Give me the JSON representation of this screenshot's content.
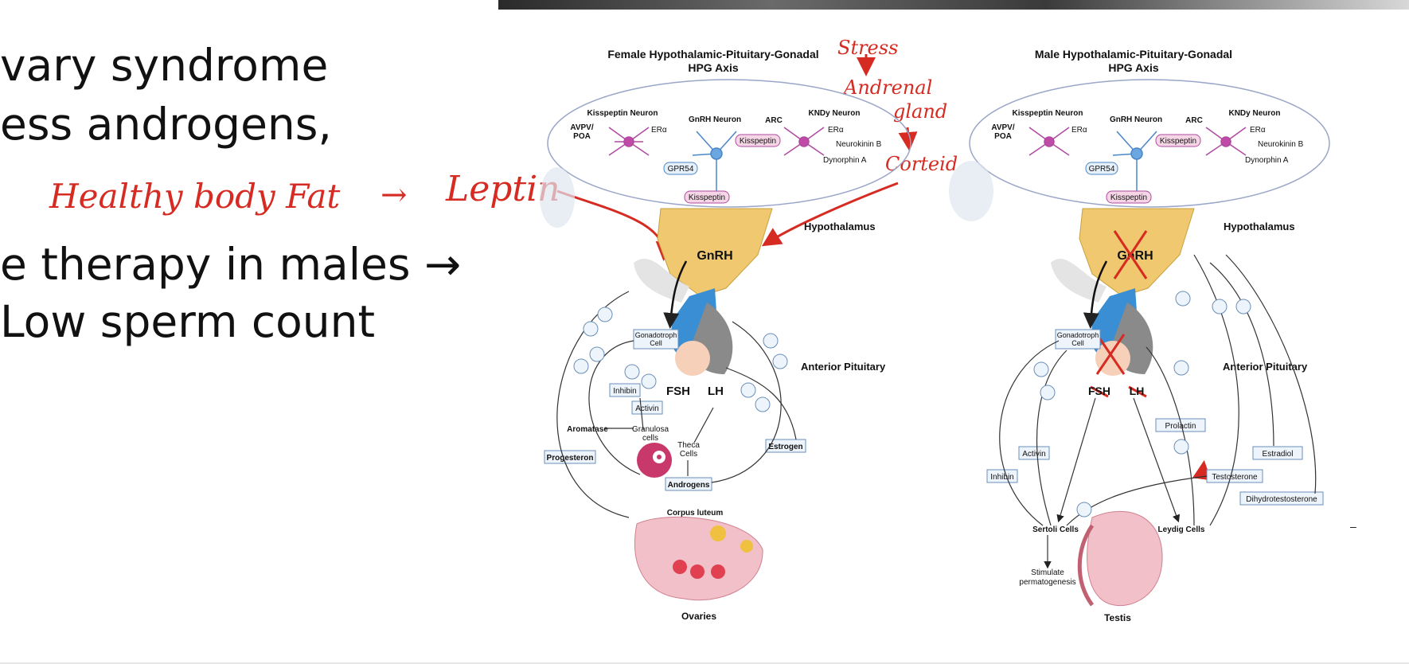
{
  "slide": {
    "bullet_top_partial": "",
    "bullet_1_line1": "vary syndrome",
    "bullet_1_line2": "ess androgens,",
    "bullet_2_line1": "e therapy in males →",
    "bullet_2_line2": "Low sperm count"
  },
  "annotations": {
    "healthy_fat": "Healthy body Fat",
    "arrow": "→",
    "leptin": "Leptin",
    "stress": "Stress",
    "adrenal_1": "Andrenal",
    "adrenal_2": "gland",
    "cortisol": "Corteid"
  },
  "female": {
    "title_1": "Female Hypothalamic-Pituitary-Gonadal",
    "title_2": "HPG Axis",
    "kisspeptin_neuron": "Kisspeptin Neuron",
    "avpv": "AVPV/",
    "poa": "POA",
    "era_1": "ERα",
    "gnrh_neuron": "GnRH Neuron",
    "arc": "ARC",
    "kndy_neuron": "KNDy Neuron",
    "era_2": "ERα",
    "kisspeptin_pill": "Kisspeptin",
    "neurokinin": "Neurokinin B",
    "dynorphin": "Dynorphin A",
    "gpr54": "GPR54",
    "kisspeptin_pill_2": "Kisspeptin",
    "hypothalamus": "Hypothalamus",
    "gnrh": "GnRH",
    "gonadotroph_1": "Gonadotroph",
    "gonadotroph_2": "Cell",
    "anterior_pituitary": "Anterior Pituitary",
    "fsh": "FSH",
    "lh": "LH",
    "inhibin": "Inhibin",
    "activin": "Activin",
    "aromatase": "Aromatase",
    "granulosa_1": "Granulosa",
    "granulosa_2": "cells",
    "theca_1": "Theca",
    "theca_2": "Cells",
    "estrogen": "Estrogen",
    "progesteron": "Progesteron",
    "androgens": "Androgens",
    "corpus_luteum": "Corpus luteum",
    "ovaries": "Ovaries"
  },
  "male": {
    "title_1": "Male Hypothalamic-Pituitary-Gonadal",
    "title_2": "HPG Axis",
    "kisspeptin_neuron": "Kisspeptin Neuron",
    "avpv": "AVPV/",
    "poa": "POA",
    "era_1": "ERα",
    "gnrh_neuron": "GnRH Neuron",
    "arc": "ARC",
    "kndy_neuron": "KNDy Neuron",
    "era_2": "ERα",
    "kisspeptin_pill": "Kisspeptin",
    "neurokinin": "Neurokinin B",
    "dynorphin": "Dynorphin A",
    "gpr54": "GPR54",
    "kisspeptin_pill_2": "Kisspeptin",
    "hypothalamus": "Hypothalamus",
    "gnrh": "GnRH",
    "gonadotroph_1": "Gonadotroph",
    "gonadotroph_2": "Cell",
    "anterior_pituitary": "Anterior Pituitary",
    "fsh": "FSH",
    "lh": "LH",
    "prolactin": "Prolactin",
    "activin": "Activin",
    "inhibin": "Inhibin",
    "testosterone": "Testosterone",
    "estradiol": "Estradiol",
    "dht": "Dihydrotestosterone",
    "sertoli": "Sertoli Cells",
    "leydig": "Leydig Cells",
    "stimulate_1": "Stimulate",
    "stimulate_2": "permatogenesis",
    "testis": "Testis"
  },
  "dash": "–",
  "colors": {
    "annotation": "#d62b22",
    "hypothalamus": "#f0c870",
    "pituitary": "#3a8fd4",
    "pill_border": "#6a8fb8",
    "kiss_pill": "#f6d6e6"
  }
}
